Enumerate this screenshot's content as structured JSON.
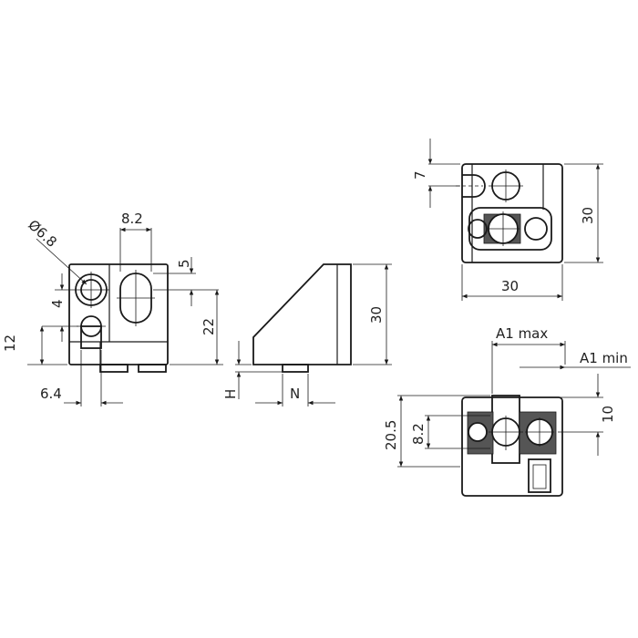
{
  "dimensions": {
    "front_view": {
      "hole_diameter": "Ø6.8",
      "top_width": "8.2",
      "right_top": "5",
      "right_height": "22",
      "left_small": "4",
      "left_height": "12",
      "bottom_width": "6.4"
    },
    "side_view": {
      "height": "30",
      "h_label": "H",
      "n_label": "N"
    },
    "top_view": {
      "offset": "7",
      "height": "30",
      "width": "30"
    },
    "detail_view": {
      "a1_max": "A1 max",
      "a1_min": "A1 min",
      "overall": "20.5",
      "slot": "8.2",
      "right": "10"
    }
  },
  "colors": {
    "line": "#1a1a1a",
    "background": "#ffffff"
  }
}
